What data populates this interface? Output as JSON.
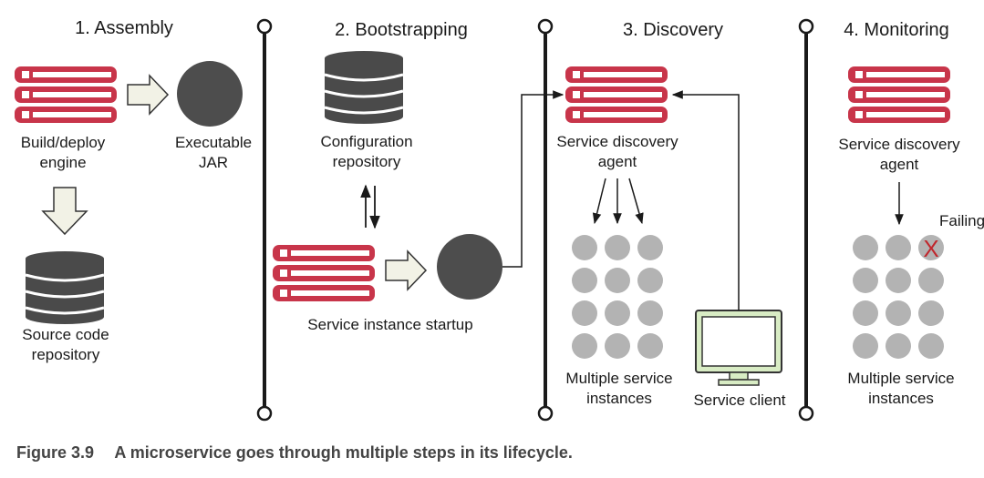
{
  "stages": [
    {
      "title": "1. Assembly"
    },
    {
      "title": "2. Bootstrapping"
    },
    {
      "title": "3. Discovery"
    },
    {
      "title": "4. Monitoring"
    }
  ],
  "assembly": {
    "engine_line1": "Build/deploy",
    "engine_line2": "engine",
    "jar_line1": "Executable",
    "jar_line2": "JAR",
    "repo_line1": "Source code",
    "repo_line2": "repository"
  },
  "bootstrapping": {
    "config_line1": "Configuration",
    "config_line2": "repository",
    "startup": "Service instance startup"
  },
  "discovery": {
    "agent_line1": "Service discovery",
    "agent_line2": "agent",
    "instances_line1": "Multiple service",
    "instances_line2": "instances",
    "client": "Service client"
  },
  "monitoring": {
    "agent_line1": "Service discovery",
    "agent_line2": "agent",
    "failing": "Failing",
    "fail_mark": "X",
    "instances_line1": "Multiple service",
    "instances_line2": "instances"
  },
  "caption": {
    "label": "Figure 3.9",
    "text": "A microservice goes through multiple steps in its lifecycle."
  },
  "colors": {
    "server_red": "#c8354a",
    "jar_gray": "#4d4d4d",
    "db_gray": "#4a4a4a",
    "instance_gray": "#b3b3b3",
    "monitor_green": "#d8ecc4",
    "arrow_fill": "#f2f2e6",
    "fail_red": "#c0272d"
  }
}
